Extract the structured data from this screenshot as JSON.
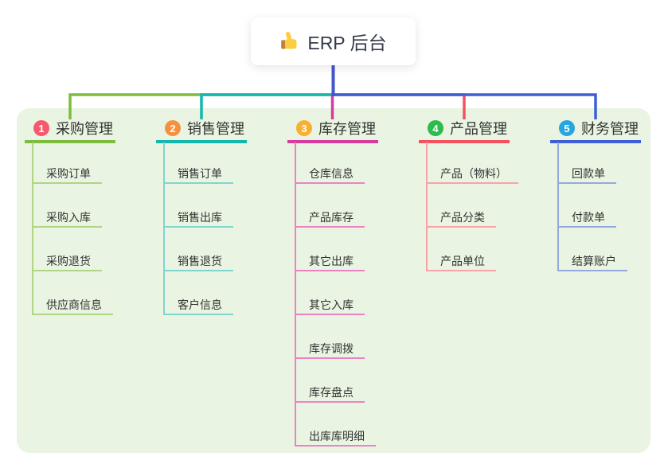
{
  "root": {
    "label": "ERP 后台",
    "icon": "thumbs-up-icon"
  },
  "theme": {
    "page_bg": "#ffffff",
    "panel_bg": "#e9f5e2",
    "stem_color": "#4355cb",
    "text_color": "#333333",
    "root_text_color": "#333b4a",
    "card_bg": "#ffffff"
  },
  "branches": [
    {
      "index": "1",
      "label": "采购管理",
      "badge_color": "#f4596e",
      "line_color": "#7dbb41",
      "child_line_color": "#aed584",
      "children": [
        "采购订单",
        "采购入库",
        "采购退货",
        "供应商信息"
      ]
    },
    {
      "index": "2",
      "label": "销售管理",
      "badge_color": "#f7903e",
      "line_color": "#13b7ad",
      "child_line_color": "#82d5cd",
      "children": [
        "销售订单",
        "销售出库",
        "销售退货",
        "客户信息"
      ]
    },
    {
      "index": "3",
      "label": "库存管理",
      "badge_color": "#f9b032",
      "line_color": "#d63c9e",
      "child_line_color": "#ec82c4",
      "children": [
        "仓库信息",
        "产品库存",
        "其它出库",
        "其它入库",
        "库存调拨",
        "库存盘点",
        "出库库明细"
      ]
    },
    {
      "index": "4",
      "label": "产品管理",
      "badge_color": "#2dbb4e",
      "line_color": "#f4515e",
      "child_line_color": "#f8a2a9",
      "children": [
        "产品（物料）",
        "产品分类",
        "产品单位"
      ]
    },
    {
      "index": "5",
      "label": "财务管理",
      "badge_color": "#26a6e0",
      "line_color": "#3d5ed5",
      "child_line_color": "#93a8df",
      "children": [
        "回款单",
        "付款单",
        "结算账户"
      ]
    }
  ]
}
